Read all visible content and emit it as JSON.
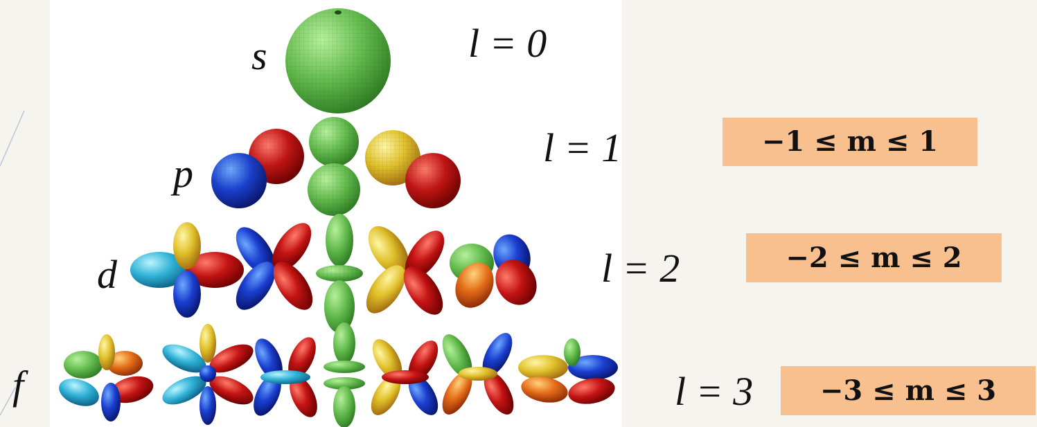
{
  "rows": [
    {
      "orbital": "s",
      "l_label": "l = 0",
      "m_range": ""
    },
    {
      "orbital": "p",
      "l_label": "l = 1",
      "m_range": "−1  ≤ m  ≤ 1"
    },
    {
      "orbital": "d",
      "l_label": "l = 2",
      "m_range": "−2  ≤ m  ≤ 2"
    },
    {
      "orbital": "f",
      "l_label": "l = 3",
      "m_range": "−3  ≤ m  ≤ 3"
    }
  ],
  "colors": {
    "green": "#5fb84a",
    "red": "#c41414",
    "blue": "#1a3fd0",
    "cyan": "#2fb2d6",
    "yellow": "#e0c02a",
    "highlight": "#f8bf8f"
  }
}
